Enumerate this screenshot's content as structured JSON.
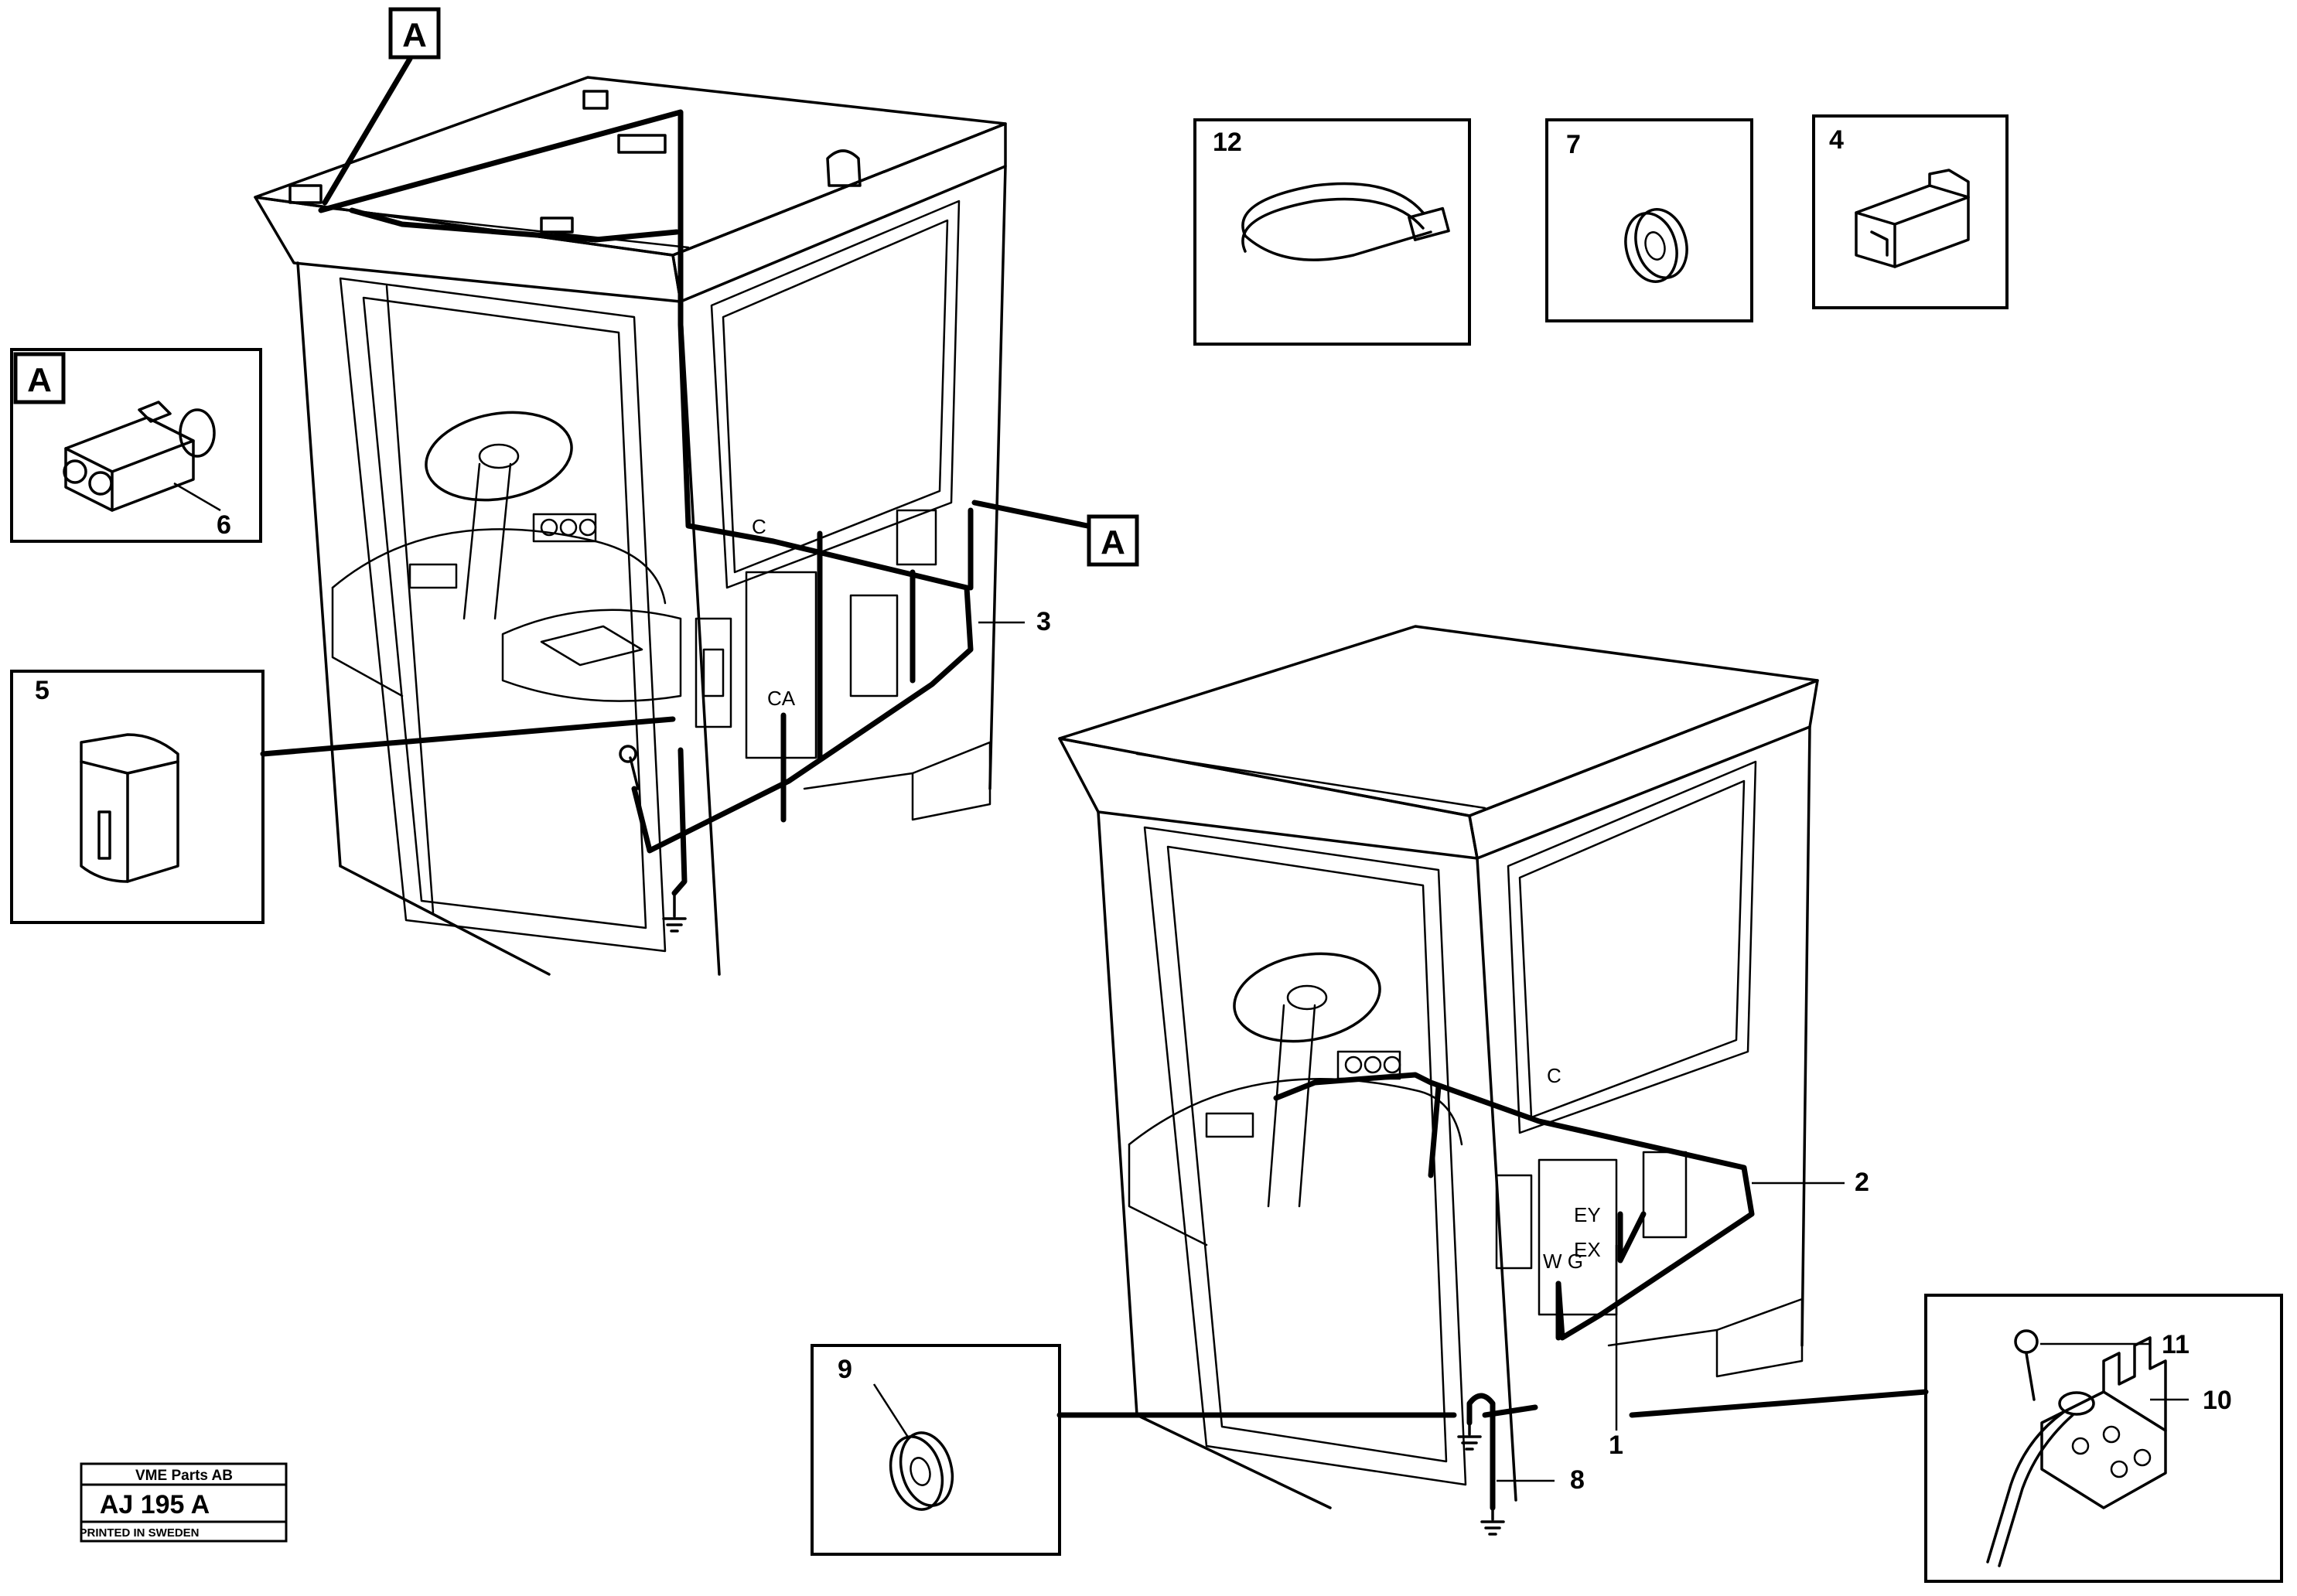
{
  "callouts": {
    "1": "1",
    "2": "2",
    "3": "3",
    "4": "4",
    "5": "5",
    "6": "6",
    "7": "7",
    "8": "8",
    "9": "9",
    "10": "10",
    "11": "11",
    "12": "12"
  },
  "reference_letter": "A",
  "stamp": {
    "company": "VME Parts AB",
    "code": "AJ 195 A",
    "printed": "PRINTED IN SWEDEN"
  },
  "cab_labels": {
    "ca": "CA",
    "c_upper": "C",
    "c_lower": "C",
    "ey": "EY",
    "ex": "EX",
    "wg": "W G"
  }
}
